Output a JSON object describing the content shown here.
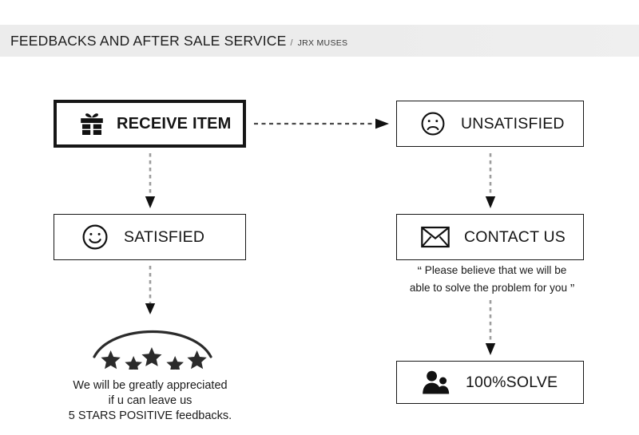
{
  "header": {
    "title": "FEEDBACKS AND AFTER SALE SERVICE",
    "separator": "/",
    "subtitle": "JRX MUSES",
    "background_color": "#ececec"
  },
  "flow": {
    "nodes": [
      {
        "id": "receive-item",
        "label": "RECEIVE ITEM",
        "icon": "gift-icon",
        "emphasis": "thick-border"
      },
      {
        "id": "unsatisfied",
        "label": "UNSATISFIED",
        "icon": "sad-face-icon",
        "emphasis": "normal"
      },
      {
        "id": "satisfied",
        "label": "SATISFIED",
        "icon": "happy-face-icon",
        "emphasis": "normal"
      },
      {
        "id": "contact-us",
        "label": "CONTACT US",
        "icon": "envelope-icon",
        "emphasis": "normal"
      },
      {
        "id": "solve",
        "label": "100%SOLVE",
        "icon": "people-icon",
        "emphasis": "normal"
      }
    ],
    "connectors": [
      {
        "from": "receive-item",
        "to": "unsatisfied",
        "style": "dashed",
        "direction": "right"
      },
      {
        "from": "receive-item",
        "to": "satisfied",
        "style": "dashed",
        "direction": "down"
      },
      {
        "from": "satisfied",
        "to": "stars",
        "style": "dashed",
        "direction": "down"
      },
      {
        "from": "unsatisfied",
        "to": "contact-us",
        "style": "dashed",
        "direction": "down"
      },
      {
        "from": "contact-us",
        "to": "solve",
        "style": "dashed",
        "direction": "down"
      }
    ]
  },
  "rating": {
    "star_count": 5,
    "arc": "smile-arc",
    "note_line1": "We will be greatly appreciated",
    "note_line2": "if u can leave us",
    "note_line3": "5 STARS POSITIVE feedbacks."
  },
  "quote": {
    "open_mark": "“",
    "line1": "Please believe that we will be",
    "line2": "able to solve the problem for you",
    "close_mark": "”"
  },
  "colors": {
    "ink": "#161616",
    "page": "#ffffff",
    "header_band": "#ececec"
  }
}
